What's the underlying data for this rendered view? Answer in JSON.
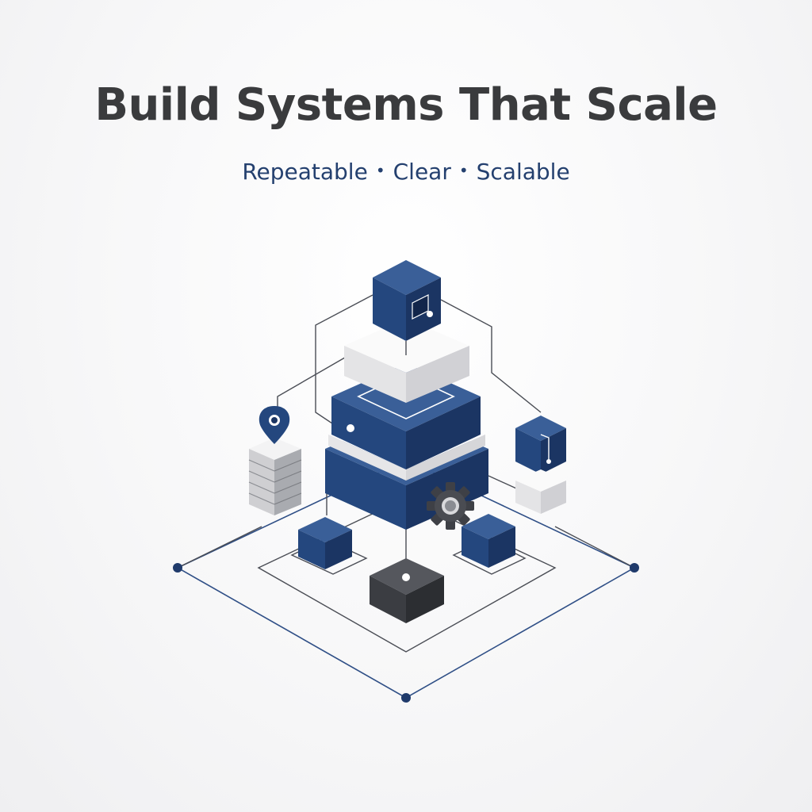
{
  "hero": {
    "title": "Build Systems That Scale",
    "tagline": [
      "Repeatable",
      "Clear",
      "Scalable"
    ],
    "tagline_separator": "•"
  },
  "colors": {
    "navy": "#24477e",
    "navy_dark": "#1b3563",
    "navy_light": "#3a5f98",
    "title_gray": "#3a3b3d",
    "charcoal": "#3b3d42",
    "white_block": "#f2f2f3",
    "line": "#4a4d55",
    "line_navy": "#2f4f86"
  },
  "icons": [
    "location-pin-icon",
    "gear-icon",
    "server-stack-icon"
  ]
}
